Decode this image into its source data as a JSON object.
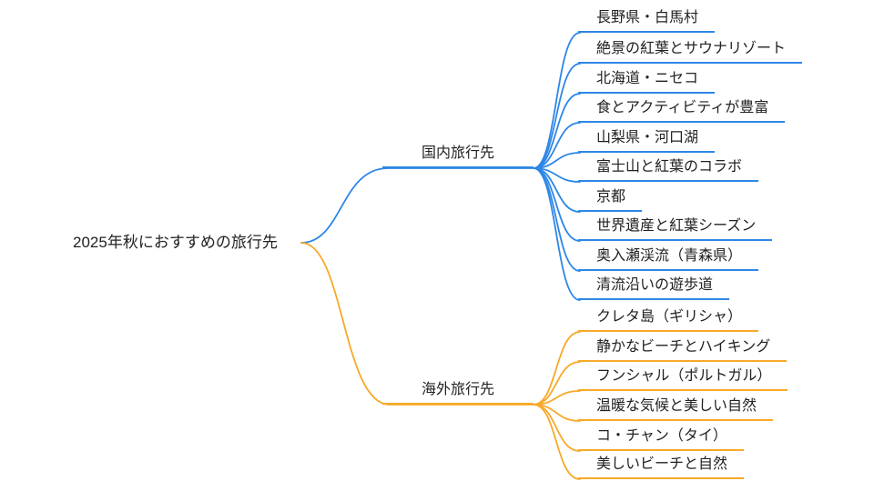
{
  "colors": {
    "domestic": "#2D87E6",
    "overseas": "#F7A928",
    "text": "#222222",
    "background": "#FFFFFF"
  },
  "root": {
    "label": "2025年秋におすすめの旅行先"
  },
  "branches": [
    {
      "label": "国内旅行先",
      "color": "#2D87E6",
      "children": [
        {
          "label": "長野県・白馬村"
        },
        {
          "label": "絶景の紅葉とサウナリゾート"
        },
        {
          "label": "北海道・ニセコ"
        },
        {
          "label": "食とアクティビティが豊富"
        },
        {
          "label": "山梨県・河口湖"
        },
        {
          "label": "富士山と紅葉のコラボ"
        },
        {
          "label": "京都"
        },
        {
          "label": "世界遺産と紅葉シーズン"
        },
        {
          "label": "奥入瀬渓流（青森県）"
        },
        {
          "label": "清流沿いの遊歩道"
        }
      ]
    },
    {
      "label": "海外旅行先",
      "color": "#F7A928",
      "children": [
        {
          "label": "クレタ島（ギリシャ）"
        },
        {
          "label": "静かなビーチとハイキング"
        },
        {
          "label": "フンシャル（ポルトガル）"
        },
        {
          "label": "温暖な気候と美しい自然"
        },
        {
          "label": "コ・チャン（タイ）"
        },
        {
          "label": "美しいビーチと自然"
        }
      ]
    }
  ]
}
